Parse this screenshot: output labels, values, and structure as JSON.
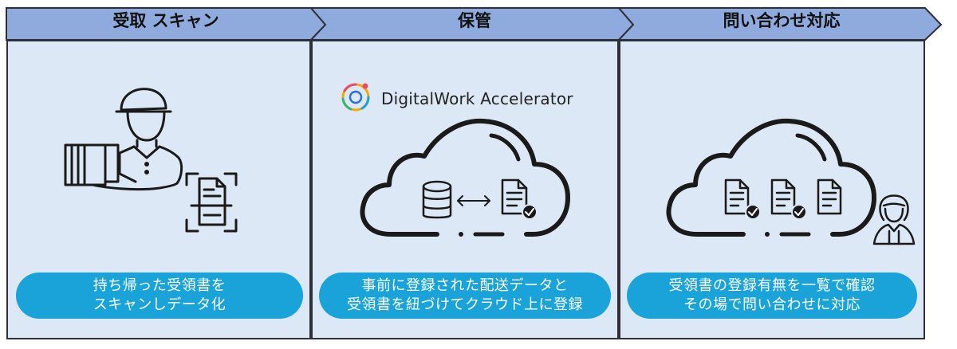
{
  "steps": [
    {
      "title": "受取 スキャン",
      "caption_line1": "持ち帰った受領書を",
      "caption_line2": "スキャンしデータ化"
    },
    {
      "title": "保管",
      "caption_line1": "事前に登録された配送データと",
      "caption_line2": "受領書を紐づけてクラウド上に登録"
    },
    {
      "title": "問い合わせ対応",
      "caption_line1": "受領書の登録有無を一覧で確認",
      "caption_line2": "その場で問い合わせに対応"
    }
  ],
  "logo": {
    "name": "DigitalWork Accelerator"
  },
  "icons": [
    "delivery-person-icon",
    "document-scan-icon",
    "logo-icon",
    "cloud-icon",
    "database-icon",
    "sync-arrow-icon",
    "document-check-icon",
    "document-icon",
    "operator-icon"
  ],
  "colors": {
    "header_fill": "#8faadc",
    "panel_fill": "#dde8f6",
    "caption_fill": "#1aa3d9",
    "outline": "#2d3038"
  }
}
